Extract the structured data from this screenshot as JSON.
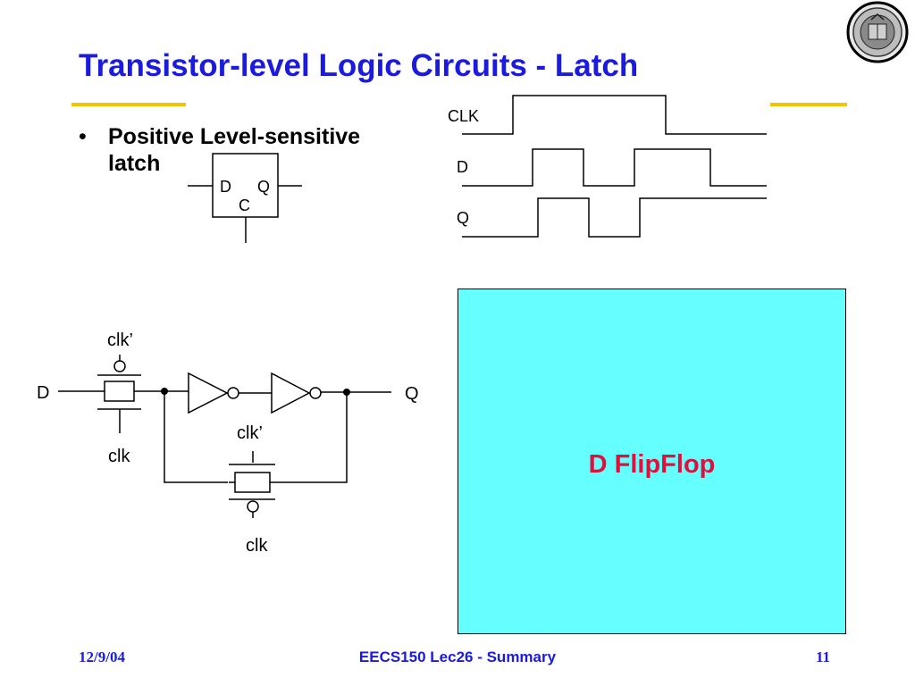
{
  "slide": {
    "title": "Transistor-level Logic Circuits - Latch",
    "bullet": "Positive Level-sensitive latch",
    "bullet_symbol": "•"
  },
  "latch_symbol": {
    "d": "D",
    "q": "Q",
    "c": "C"
  },
  "timing": {
    "clk": "CLK",
    "d": "D",
    "q": "Q"
  },
  "circuit": {
    "input": "D",
    "output": "Q",
    "tg1_top": "clk’",
    "tg1_bottom": "clk",
    "tg2_top": "clk’",
    "tg2_bottom": "clk"
  },
  "flipflop_box": {
    "label": "D FlipFlop",
    "fill": "#66ffff",
    "text_color": "#e0103c"
  },
  "footer": {
    "date": "12/9/04",
    "course": "EECS150 Lec26 - Summary",
    "page": "11"
  },
  "colors": {
    "title": "#1a1ae0",
    "rule": "#f5c400"
  }
}
